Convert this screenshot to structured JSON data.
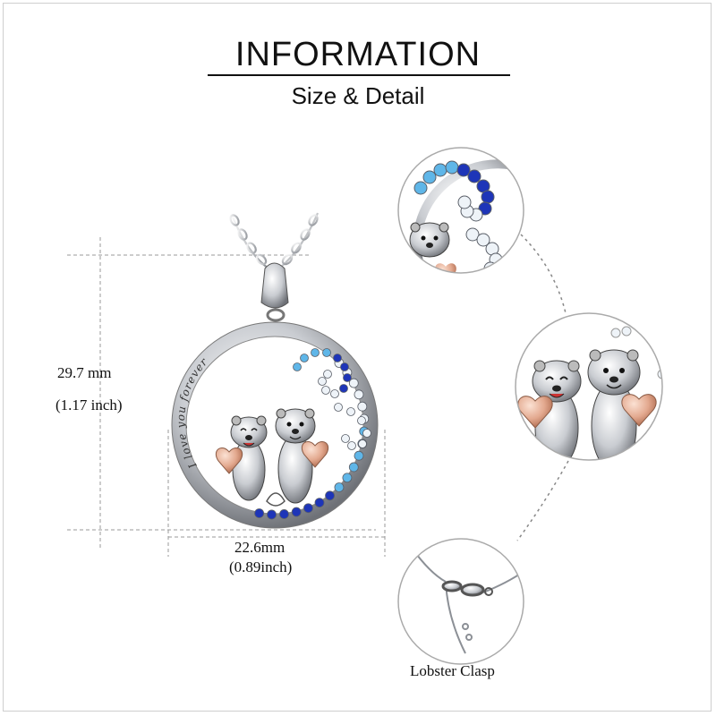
{
  "header": {
    "title": "INFORMATION",
    "subtitle": "Size & Detail"
  },
  "pendant": {
    "engraving": "I love you forever"
  },
  "dimensions": {
    "height_mm": "29.7 mm",
    "height_inch": "(1.17 inch)",
    "width_mm": "22.6mm",
    "width_inch": "(0.89inch)"
  },
  "details": {
    "clasp_label": "Lobster  Clasp"
  },
  "colors": {
    "silver": "#c9ccd1",
    "silver_dark": "#6e7177",
    "rose_gold": "#e3a98f",
    "crystal_dark_blue": "#1e35b8",
    "crystal_light_blue": "#5fb6e8",
    "crystal_clear": "#eef3f8",
    "guide_line": "#9a9a9a"
  }
}
